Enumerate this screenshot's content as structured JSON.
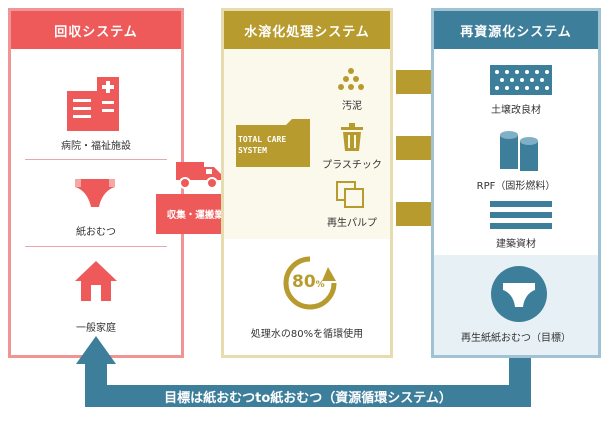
{
  "collection": {
    "title": "回収システム",
    "items": [
      "病院・福祉施設",
      "紙おむつ",
      "一般家庭"
    ]
  },
  "transport_label": "収集・運搬業者",
  "processing": {
    "title": "水溶化処理システム",
    "badge_line1": "TOTAL CARE",
    "badge_line2": "SYSTEM",
    "outputs": [
      "汚泥",
      "プラスチック",
      "再生パルプ"
    ],
    "water_percent": "80",
    "water_percent_unit": "%",
    "water_caption": "処理水の80%を循環使用"
  },
  "recycling": {
    "title": "再資源化システム",
    "products": [
      "土壌改良材",
      "RPF（固形燃料）",
      "建築資材"
    ],
    "goal_product": "再生紙紙おむつ（目標）"
  },
  "bottom_banner": "目標は紙おむつto紙おむつ（資源循環システム）",
  "colors": {
    "red": "#ee5a5a",
    "gold": "#b89b2e",
    "teal": "#3d7e9b"
  }
}
